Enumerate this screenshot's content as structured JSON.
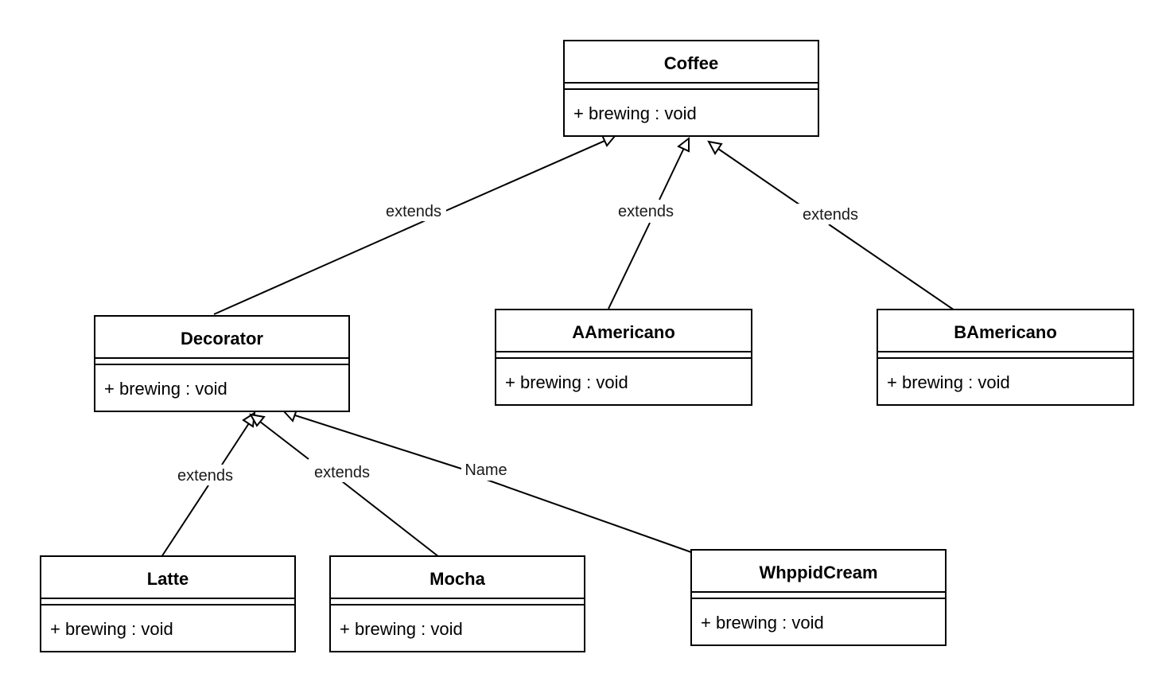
{
  "classes": {
    "coffee": {
      "name": "Coffee",
      "member": "+ brewing : void"
    },
    "decorator": {
      "name": "Decorator",
      "member": "+ brewing : void"
    },
    "aamericano": {
      "name": "AAmericano",
      "member": "+ brewing : void"
    },
    "bamericano": {
      "name": "BAmericano",
      "member": "+ brewing : void"
    },
    "latte": {
      "name": "Latte",
      "member": "+ brewing : void"
    },
    "mocha": {
      "name": "Mocha",
      "member": "+ brewing : void"
    },
    "whppidcream": {
      "name": "WhppidCream",
      "member": "+ brewing : void"
    }
  },
  "relations": [
    {
      "from": "Decorator",
      "to": "Coffee",
      "label": "extends"
    },
    {
      "from": "AAmericano",
      "to": "Coffee",
      "label": "extends"
    },
    {
      "from": "BAmericano",
      "to": "Coffee",
      "label": "extends"
    },
    {
      "from": "Latte",
      "to": "Decorator",
      "label": "extends"
    },
    {
      "from": "Mocha",
      "to": "Decorator",
      "label": "extends"
    },
    {
      "from": "WhppidCream",
      "to": "Decorator",
      "label": "Name"
    }
  ],
  "colors": {
    "stroke": "#000000",
    "background": "#ffffff",
    "label_text": "#1a1a1a"
  }
}
